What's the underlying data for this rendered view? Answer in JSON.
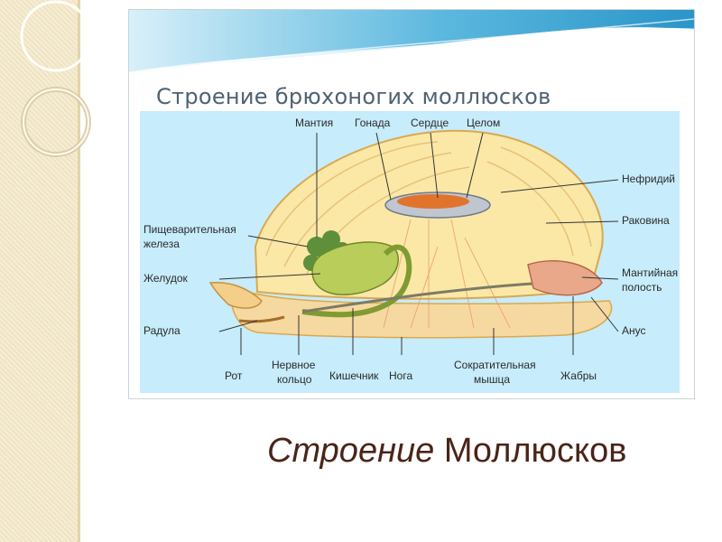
{
  "slide": {
    "diagram_title": "Строение брюхоногих моллюсков",
    "caption_italic": "Строение",
    "caption_regular": "Моллюсков"
  },
  "labels": {
    "mantle": "Мантия",
    "gonad": "Гонада",
    "heart": "Сердце",
    "coelom": "Целом",
    "nephridium": "Нефридий",
    "shell": "Раковина",
    "digestive_gland_line1": "Пищеварительная",
    "digestive_gland_line2": "железа",
    "stomach": "Желудок",
    "mantle_cavity_line1": "Мантийная",
    "mantle_cavity_line2": "полость",
    "radula": "Радула",
    "anus": "Анус",
    "mouth": "Рот",
    "nerve_ring_line1": "Нервное",
    "nerve_ring_line2": "кольцо",
    "intestine": "Кишечник",
    "foot": "Нога",
    "muscle_line1": "Сократительная",
    "muscle_line2": "мышца",
    "gills": "Жабры"
  },
  "colors": {
    "header_blue": "#3aa6d4",
    "diagram_bg": "#c7ecfb",
    "shell_fill": "#fbe8a6",
    "stomach_green": "#b9cd5a",
    "gland_green": "#5e8f3a",
    "heart_orange": "#e0742c",
    "caption_brown": "#4a2418"
  }
}
